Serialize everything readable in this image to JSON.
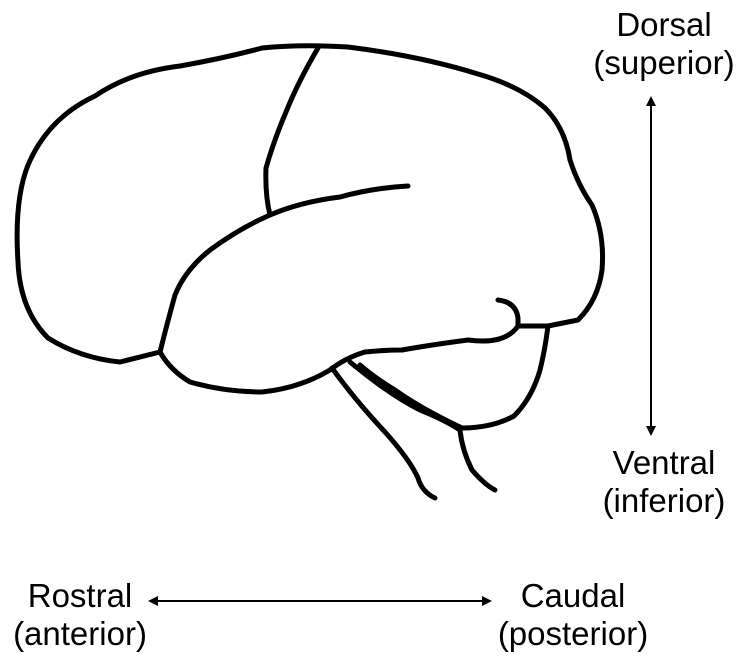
{
  "orientation_labels": {
    "dorsal": {
      "term": "Dorsal",
      "synonym": "(superior)"
    },
    "ventral": {
      "term": "Ventral",
      "synonym": "(inferior)"
    },
    "rostral": {
      "term": "Rostral",
      "synonym": "(anterior)"
    },
    "caudal": {
      "term": "Caudal",
      "synonym": "(posterior)"
    }
  },
  "colors": {
    "outline": "#000000",
    "background": "#ffffff"
  },
  "icons": {
    "brain": "brain-outline-icon",
    "vertical_axis": "double-headed-arrow-vertical-icon",
    "horizontal_axis": "double-headed-arrow-horizontal-icon"
  }
}
